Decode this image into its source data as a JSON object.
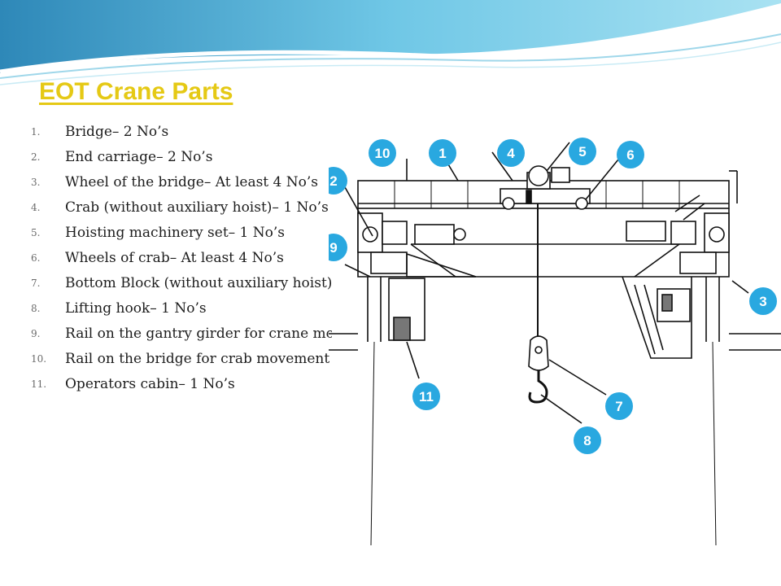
{
  "slide": {
    "title": "EOT Crane Parts",
    "accent_color": "#e5c915",
    "parts": [
      {
        "num": "1.",
        "text": "Bridge– 2 No’s"
      },
      {
        "num": "2.",
        "text": "End carriage– 2 No’s"
      },
      {
        "num": "3.",
        "text": "Wheel of the bridge– At least 4 No’s"
      },
      {
        "num": "4.",
        "text": "Crab (without auxiliary hoist)– 1 No’s"
      },
      {
        "num": "5.",
        "text": "Hoisting machinery set– 1 No’s"
      },
      {
        "num": "6.",
        "text": "Wheels of crab– At least 4 No’s"
      },
      {
        "num": "7.",
        "text": "Bottom Block (without auxiliary hoist)"
      },
      {
        "num": "8.",
        "text": "Lifting hook– 1 No’s"
      },
      {
        "num": "9.",
        "text": "Rail on the gantry girder for crane movement"
      },
      {
        "num": "10.",
        "text": "Rail on the bridge for crab movement"
      },
      {
        "num": "11.",
        "text": "Operators cabin– 1 No’s"
      }
    ]
  },
  "diagram": {
    "badge_color": "#29a8e0",
    "badges": [
      "10",
      "1",
      "4",
      "5",
      "6",
      "2",
      "9",
      "3",
      "11",
      "7",
      "8"
    ]
  }
}
